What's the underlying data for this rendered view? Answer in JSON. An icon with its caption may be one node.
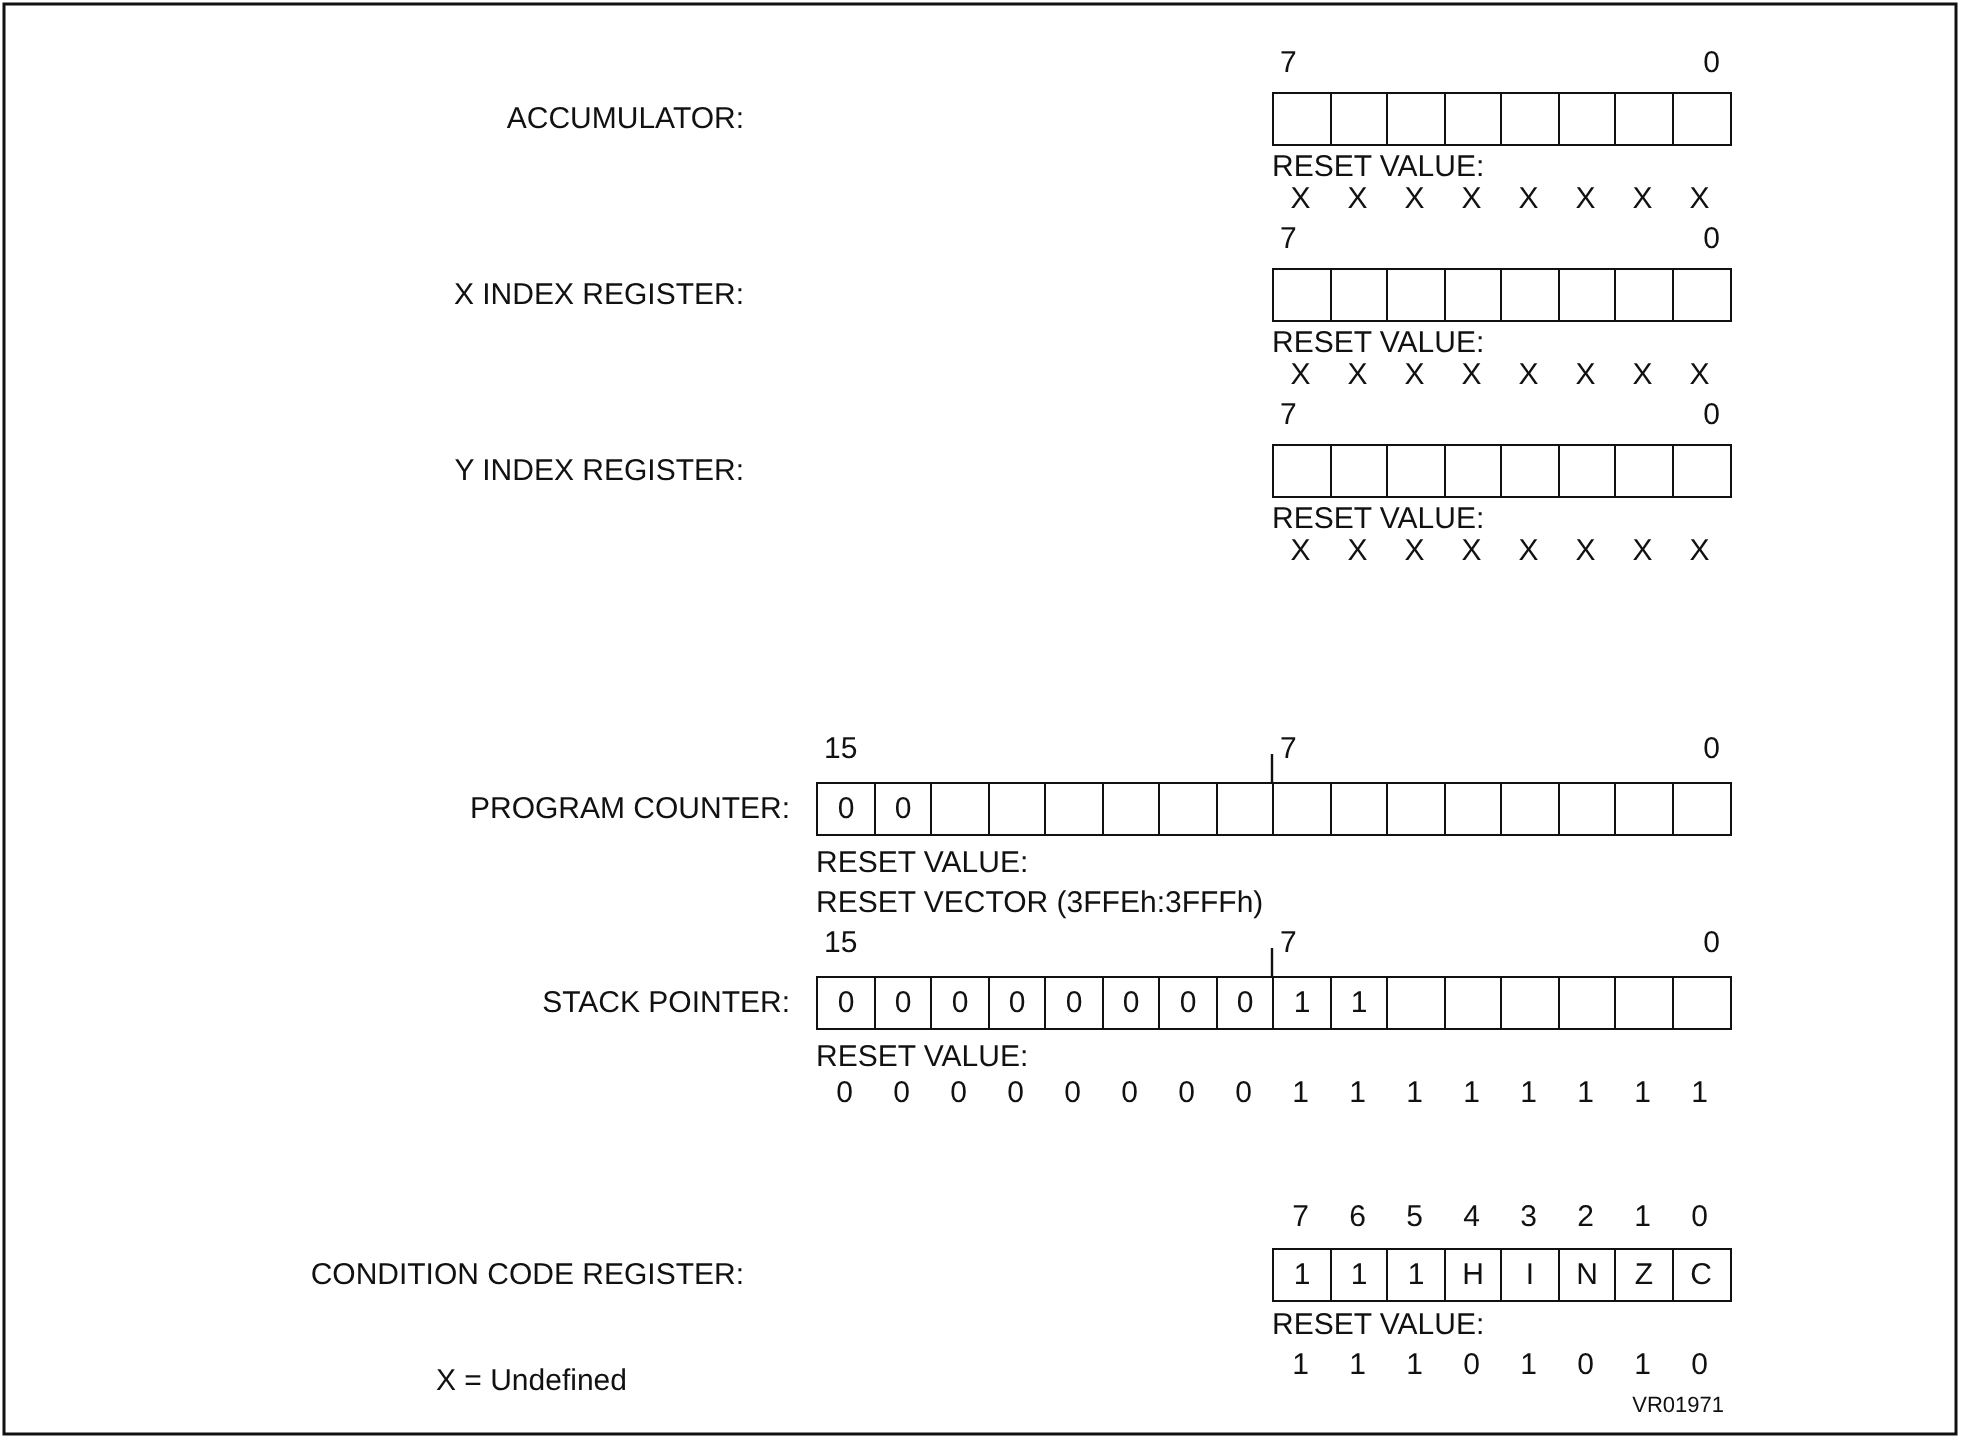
{
  "diagram": {
    "nodes": [
      {
        "text": [],
        "shape": "box"
      },
      {
        "text": [],
        "shape": "box"
      },
      {
        "text": [],
        "shape": "box"
      },
      {
        "text": [],
        "shape": "box"
      },
      {
        "text": [],
        "shape": "box"
      },
      {
        "text": [],
        "shape": "box"
      },
      {
        "text": [],
        "shape": "box"
      },
      {
        "text": [],
        "shape": "box"
      },
      {
        "text": [],
        "shape": "box"
      },
      {
        "text": [],
        "shape": "box"
      },
      {
        "text": [],
        "shape": "box"
      },
      {
        "text": [],
        "shape": "box"
      },
      {
        "text": [],
        "shape": "box"
      },
      {
        "text": [],
        "shape": "box"
      },
      {
        "text": [],
        "shape": "box"
      },
      {
        "text": [],
        "shape": "box"
      },
      {
        "text": [],
        "shape": "box"
      },
      {
        "text": [],
        "shape": "box"
      },
      {
        "text": [],
        "shape": "box"
      },
      {
        "text": [],
        "shape": "box"
      },
      {
        "text": [],
        "shape": "box"
      },
      {
        "text": [],
        "shape": "box"
      },
      {
        "text": [],
        "shape": "box"
      },
      {
        "text": [],
        "shape": "box"
      },
      {
        "text": [
          "0"
        ]
      },
      {
        "text": [
          "0"
        ]
      },
      {
        "text": [],
        "shape": "box"
      },
      {
        "text": [],
        "shape": "box"
      },
      {
        "text": [],
        "shape": "box"
      },
      {
        "text": [],
        "shape": "box"
      },
      {
        "text": [],
        "shape": "box"
      },
      {
        "text": [],
        "shape": "box"
      },
      {
        "text": [],
        "shape": "box"
      },
      {
        "text": [],
        "shape": "box"
      },
      {
        "text": [],
        "shape": "box"
      },
      {
        "text": [],
        "shape": "box"
      },
      {
        "text": [],
        "shape": "box"
      },
      {
        "text": [],
        "shape": "box"
      },
      {
        "text": [],
        "shape": "box"
      },
      {
        "text": [],
        "shape": "box"
      },
      {
        "text": [
          "0"
        ]
      },
      {
        "text": [
          "0"
        ]
      },
      {
        "text": [
          "0"
        ]
      },
      {
        "text": [
          "0"
        ]
      },
      {
        "text": [
          "0"
        ]
      },
      {
        "text": [
          "0"
        ]
      },
      {
        "text": [
          "0"
        ]
      },
      {
        "text": [
          "0"
        ]
      },
      {
        "text": [
          "1"
        ]
      },
      {
        "text": [
          "1"
        ]
      },
      {
        "text": [],
        "shape": "box"
      },
      {
        "text": [],
        "shape": "box"
      },
      {
        "text": [],
        "shape": "box"
      },
      {
        "text": [],
        "shape": "box"
      },
      {
        "text": [],
        "shape": "box"
      },
      {
        "text": [],
        "shape": "box"
      },
      {
        "text": [
          "1"
        ]
      },
      {
        "text": [
          "1"
        ]
      },
      {
        "text": [
          "1"
        ]
      },
      {
        "text": [
          "H"
        ]
      },
      {
        "text": [
          "I"
        ]
      },
      {
        "text": [
          "N"
        ]
      },
      {
        "text": [
          "Z"
        ]
      },
      {
        "text": [
          "C"
        ]
      }
    ],
    "labels": [
      "7",
      "0",
      "ACCUMULATOR:",
      "RESET VALUE:",
      "X",
      "X",
      "X",
      "X",
      "X",
      "X",
      "X",
      "X",
      "7",
      "0",
      "X INDEX REGISTER:",
      "RESET VALUE:",
      "X",
      "X",
      "X",
      "X",
      "X",
      "X",
      "X",
      "X",
      "7",
      "0",
      "Y INDEX REGISTER:",
      "RESET VALUE:",
      "X",
      "X",
      "X",
      "X",
      "X",
      "X",
      "X",
      "X",
      "15",
      "7",
      "0",
      "PROGRAM COUNTER:",
      "RESET VALUE:",
      "RESET VECTOR (3FFEh:3FFFh)",
      "15",
      "7",
      "0",
      "STACK POINTER:",
      "RESET VALUE:",
      "0",
      "0",
      "0",
      "0",
      "0",
      "0",
      "0",
      "0",
      "1",
      "1",
      "1",
      "1",
      "1",
      "1",
      "1",
      "1",
      "7",
      "6",
      "5",
      "4",
      "3",
      "2",
      "1",
      "0",
      "CONDITION CODE REGISTER:",
      "RESET VALUE:",
      "X = Undefined",
      "1",
      "1",
      "1",
      "0",
      "1",
      "0",
      "1",
      "0",
      "VR01971"
    ]
  }
}
